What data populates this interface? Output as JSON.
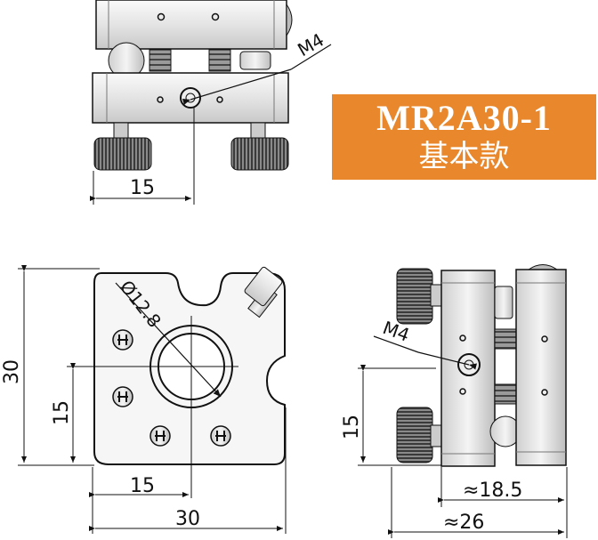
{
  "badge": {
    "model": "MR2A30-1",
    "subtitle": "基本款"
  },
  "colors": {
    "badge_bg": "#e8872b",
    "badge_text": "#ffffff",
    "line": "#111111",
    "metal_light": "#f2f2f2",
    "metal_mid": "#c8c8c8",
    "metal_dark": "#555555"
  },
  "top_view": {
    "thread_label": "M4",
    "width_dim": "15"
  },
  "front_view": {
    "height_dim": "30",
    "width_dim": "30",
    "half_height_dim": "15",
    "half_width_dim": "15",
    "diameter_label": "Ø12.8"
  },
  "side_view": {
    "thread_label": "M4",
    "height_dim": "15",
    "depth_dim": "≈18.5",
    "total_depth_dim": "≈26"
  }
}
